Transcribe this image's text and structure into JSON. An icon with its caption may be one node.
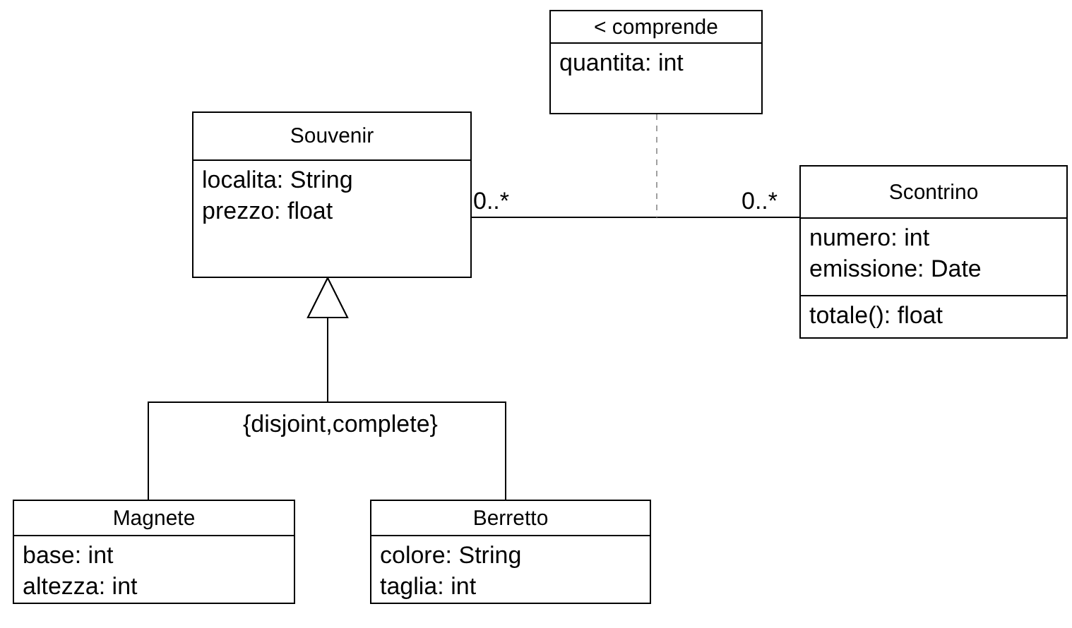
{
  "diagram": {
    "nodes": [
      {
        "text": [
          "Souvenir",
          "localita: String",
          "prezzo: float"
        ]
      },
      {
        "text": [
          "< comprende",
          "quantita: int"
        ]
      },
      {
        "text": [
          "Scontrino",
          "numero: int",
          "emissione: Date",
          "totale(): float"
        ]
      },
      {
        "text": [
          "Magnete",
          "base: int",
          "altezza: int"
        ]
      },
      {
        "text": [
          "Berretto",
          "colore: String",
          "taglia: int"
        ]
      }
    ],
    "edges": [
      {
        "from": 0,
        "to": 2,
        "arrow": "none"
      },
      {
        "from": 1,
        "to": null,
        "arrow": "none",
        "style": "dashed",
        "color": "#a0a0a0"
      },
      {
        "from": 3,
        "to": 0,
        "arrow": "to"
      },
      {
        "from": 4,
        "to": 0,
        "arrow": "to"
      }
    ],
    "labels": [
      "0..*",
      "0..*",
      "{disjoint,complete}"
    ]
  }
}
